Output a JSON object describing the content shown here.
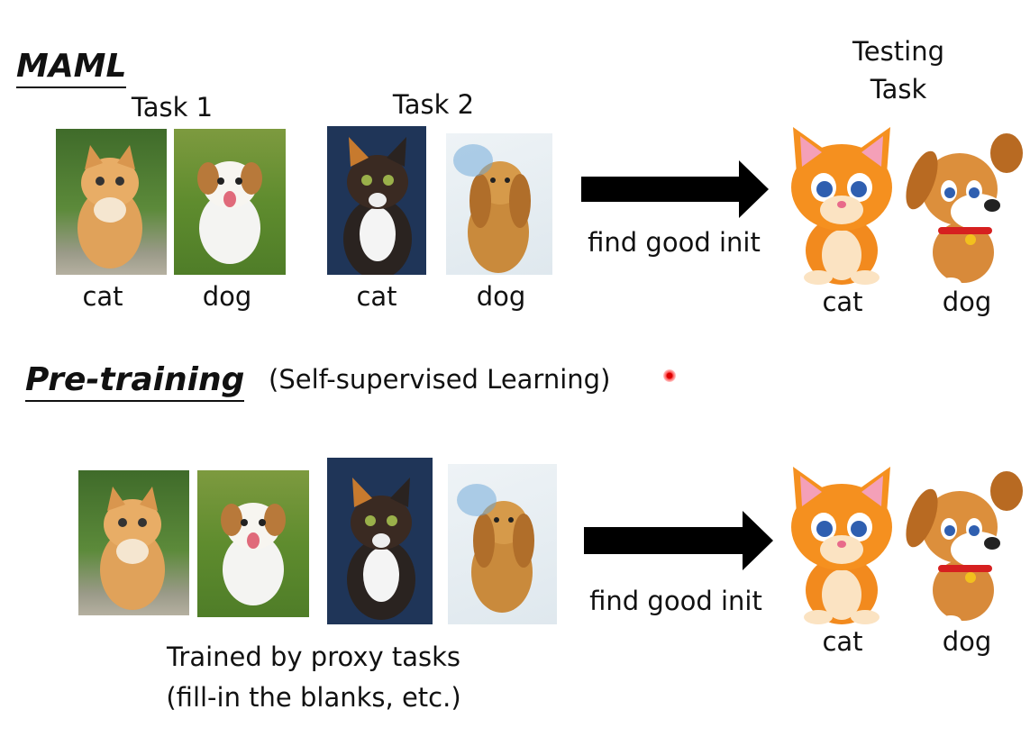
{
  "maml": {
    "title": "MAML",
    "task1_label": "Task 1",
    "task2_label": "Task 2",
    "task1_items": [
      "cat",
      "dog"
    ],
    "task2_items": [
      "cat",
      "dog"
    ],
    "arrow_label": "find good init",
    "testing_title_line1": "Testing",
    "testing_title_line2": "Task",
    "testing_items": [
      "cat",
      "dog"
    ]
  },
  "pretraining": {
    "title": "Pre-training",
    "subtitle": "(Self-supervised Learning)",
    "arrow_label": "find good init",
    "caption_line1": "Trained by proxy tasks",
    "caption_line2": "(fill-in the blanks, etc.)",
    "testing_items": [
      "cat",
      "dog"
    ]
  },
  "colors": {
    "arrow": "#000000",
    "laser": "#dd0000"
  }
}
